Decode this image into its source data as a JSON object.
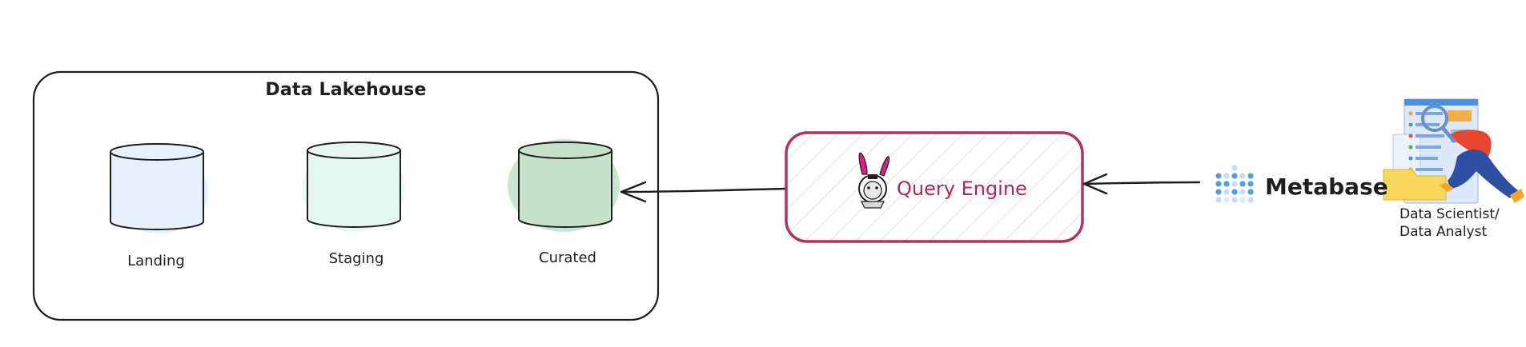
{
  "lakehouse": {
    "title": "Data Lakehouse",
    "layers": [
      {
        "label": "Landing",
        "fill": "#e7f1fd"
      },
      {
        "label": "Staging",
        "fill": "#e4f8f1"
      },
      {
        "label": "Curated",
        "fill": "#c6e2c9"
      }
    ]
  },
  "query_engine": {
    "label": "Query Engine",
    "icon": "rabbit-astronaut-icon",
    "border_color": "#b0325f",
    "text_color": "#b3245e"
  },
  "metabase": {
    "label": "Metabase",
    "icon": "metabase-logo-icon",
    "dot_color": "#509ee3"
  },
  "persona": {
    "line1": "Data Scientist/",
    "line2": "Data Analyst",
    "icon": "data-analyst-illustration-icon"
  }
}
